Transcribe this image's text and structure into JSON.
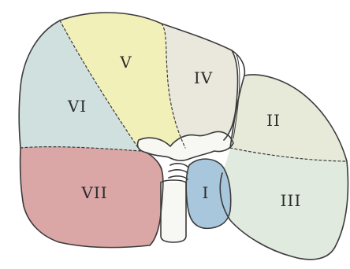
{
  "figure": {
    "colors": {
      "outline": "#3b3b3b",
      "paper": "#ffffff",
      "segment_i": "#a9c7dc",
      "segment_ii": "#e7ead9",
      "segment_iii": "#e1eadf",
      "segment_iv": "#eae8dc",
      "segment_v": "#f2f0b9",
      "segment_vi": "#cfe0df",
      "segment_vii": "#dba6a6",
      "hilum": "#f7f7f4"
    },
    "segments": [
      {
        "id": "segment-vi",
        "label": "VI"
      },
      {
        "id": "segment-v",
        "label": "V"
      },
      {
        "id": "segment-iv",
        "label": "IV"
      },
      {
        "id": "segment-ii",
        "label": "II"
      },
      {
        "id": "segment-vii",
        "label": "VII"
      },
      {
        "id": "segment-i",
        "label": "I"
      },
      {
        "id": "segment-iii",
        "label": "III"
      }
    ]
  }
}
